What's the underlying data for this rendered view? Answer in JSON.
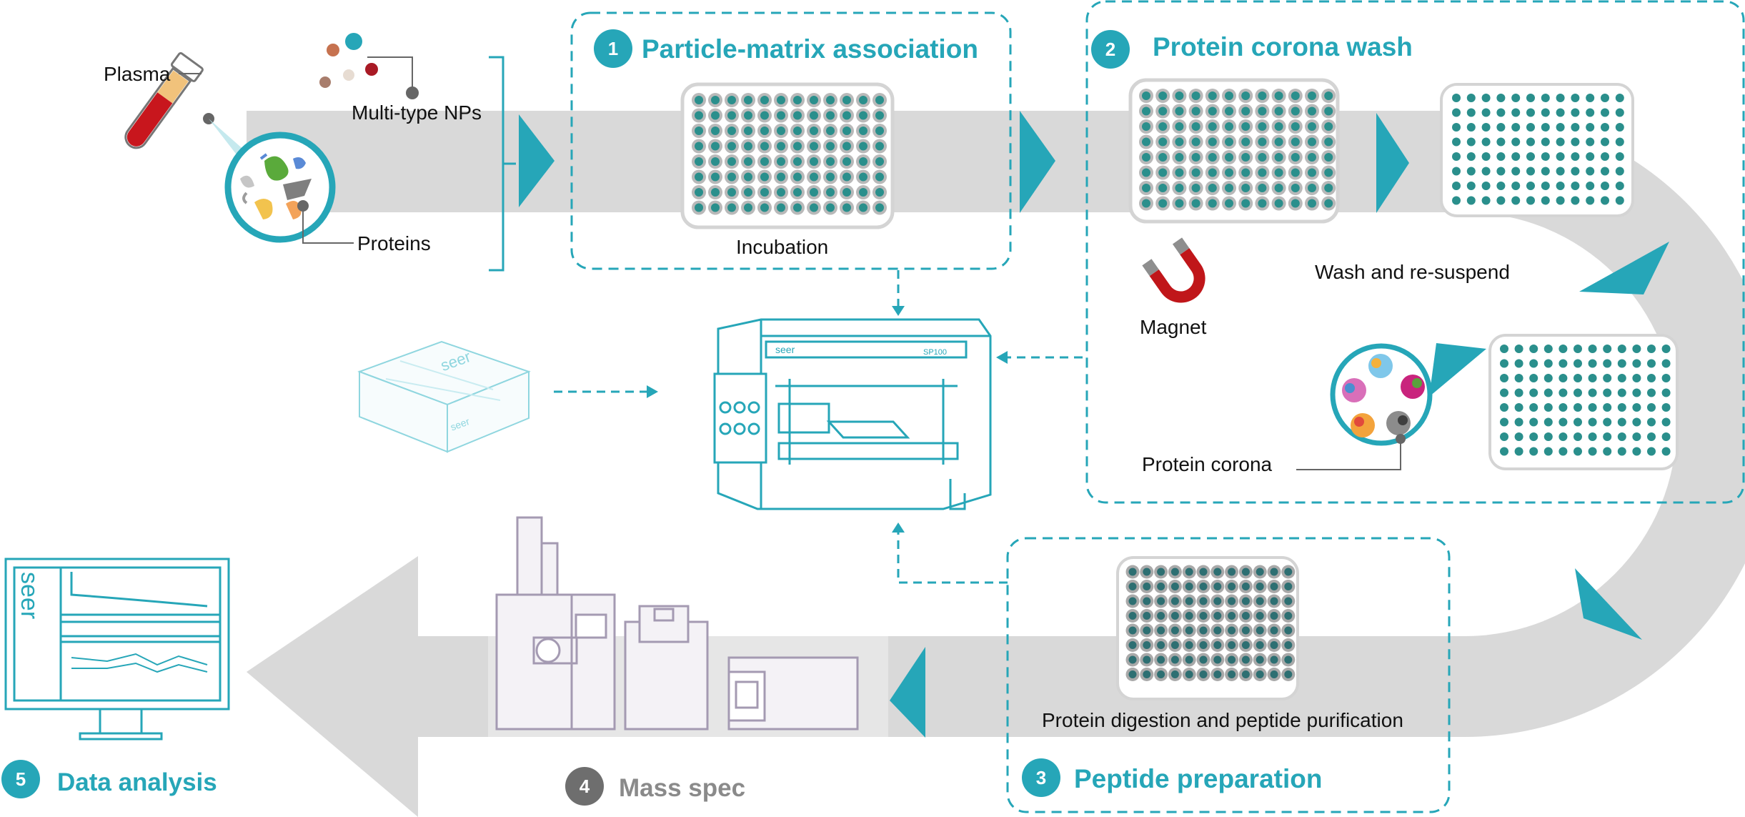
{
  "colors": {
    "teal": "#26a6b8",
    "teal_dark": "#1f9aa8",
    "well": "#2a8f8c",
    "flow_gray": "#d9d9d9",
    "gray_text": "#8a8a8a",
    "magnet_red": "#c0161a"
  },
  "inputs": {
    "plasma": "Plasma",
    "nps": "Multi-type NPs",
    "proteins": "Proteins"
  },
  "steps": [
    {
      "number": "1",
      "title": "Particle-matrix association",
      "caption": "Incubation"
    },
    {
      "number": "2",
      "title": "Protein corona wash",
      "magnet": "Magnet",
      "wash": "Wash and re-suspend",
      "corona": "Protein corona"
    },
    {
      "number": "3",
      "title": "Peptide preparation",
      "caption": "Protein digestion and peptide purification"
    },
    {
      "number": "4",
      "title": "Mass spec"
    },
    {
      "number": "5",
      "title": "Data analysis"
    }
  ],
  "instrument": {
    "brand": "seer",
    "model": "SP100"
  },
  "kit": {
    "brand": "seer"
  },
  "monitor": {
    "brand": "seer"
  },
  "icons": [
    "blood-tube-icon",
    "magnet-icon",
    "kit-box-icon",
    "sp100-instrument-icon",
    "mass-spec-icon",
    "monitor-icon"
  ]
}
